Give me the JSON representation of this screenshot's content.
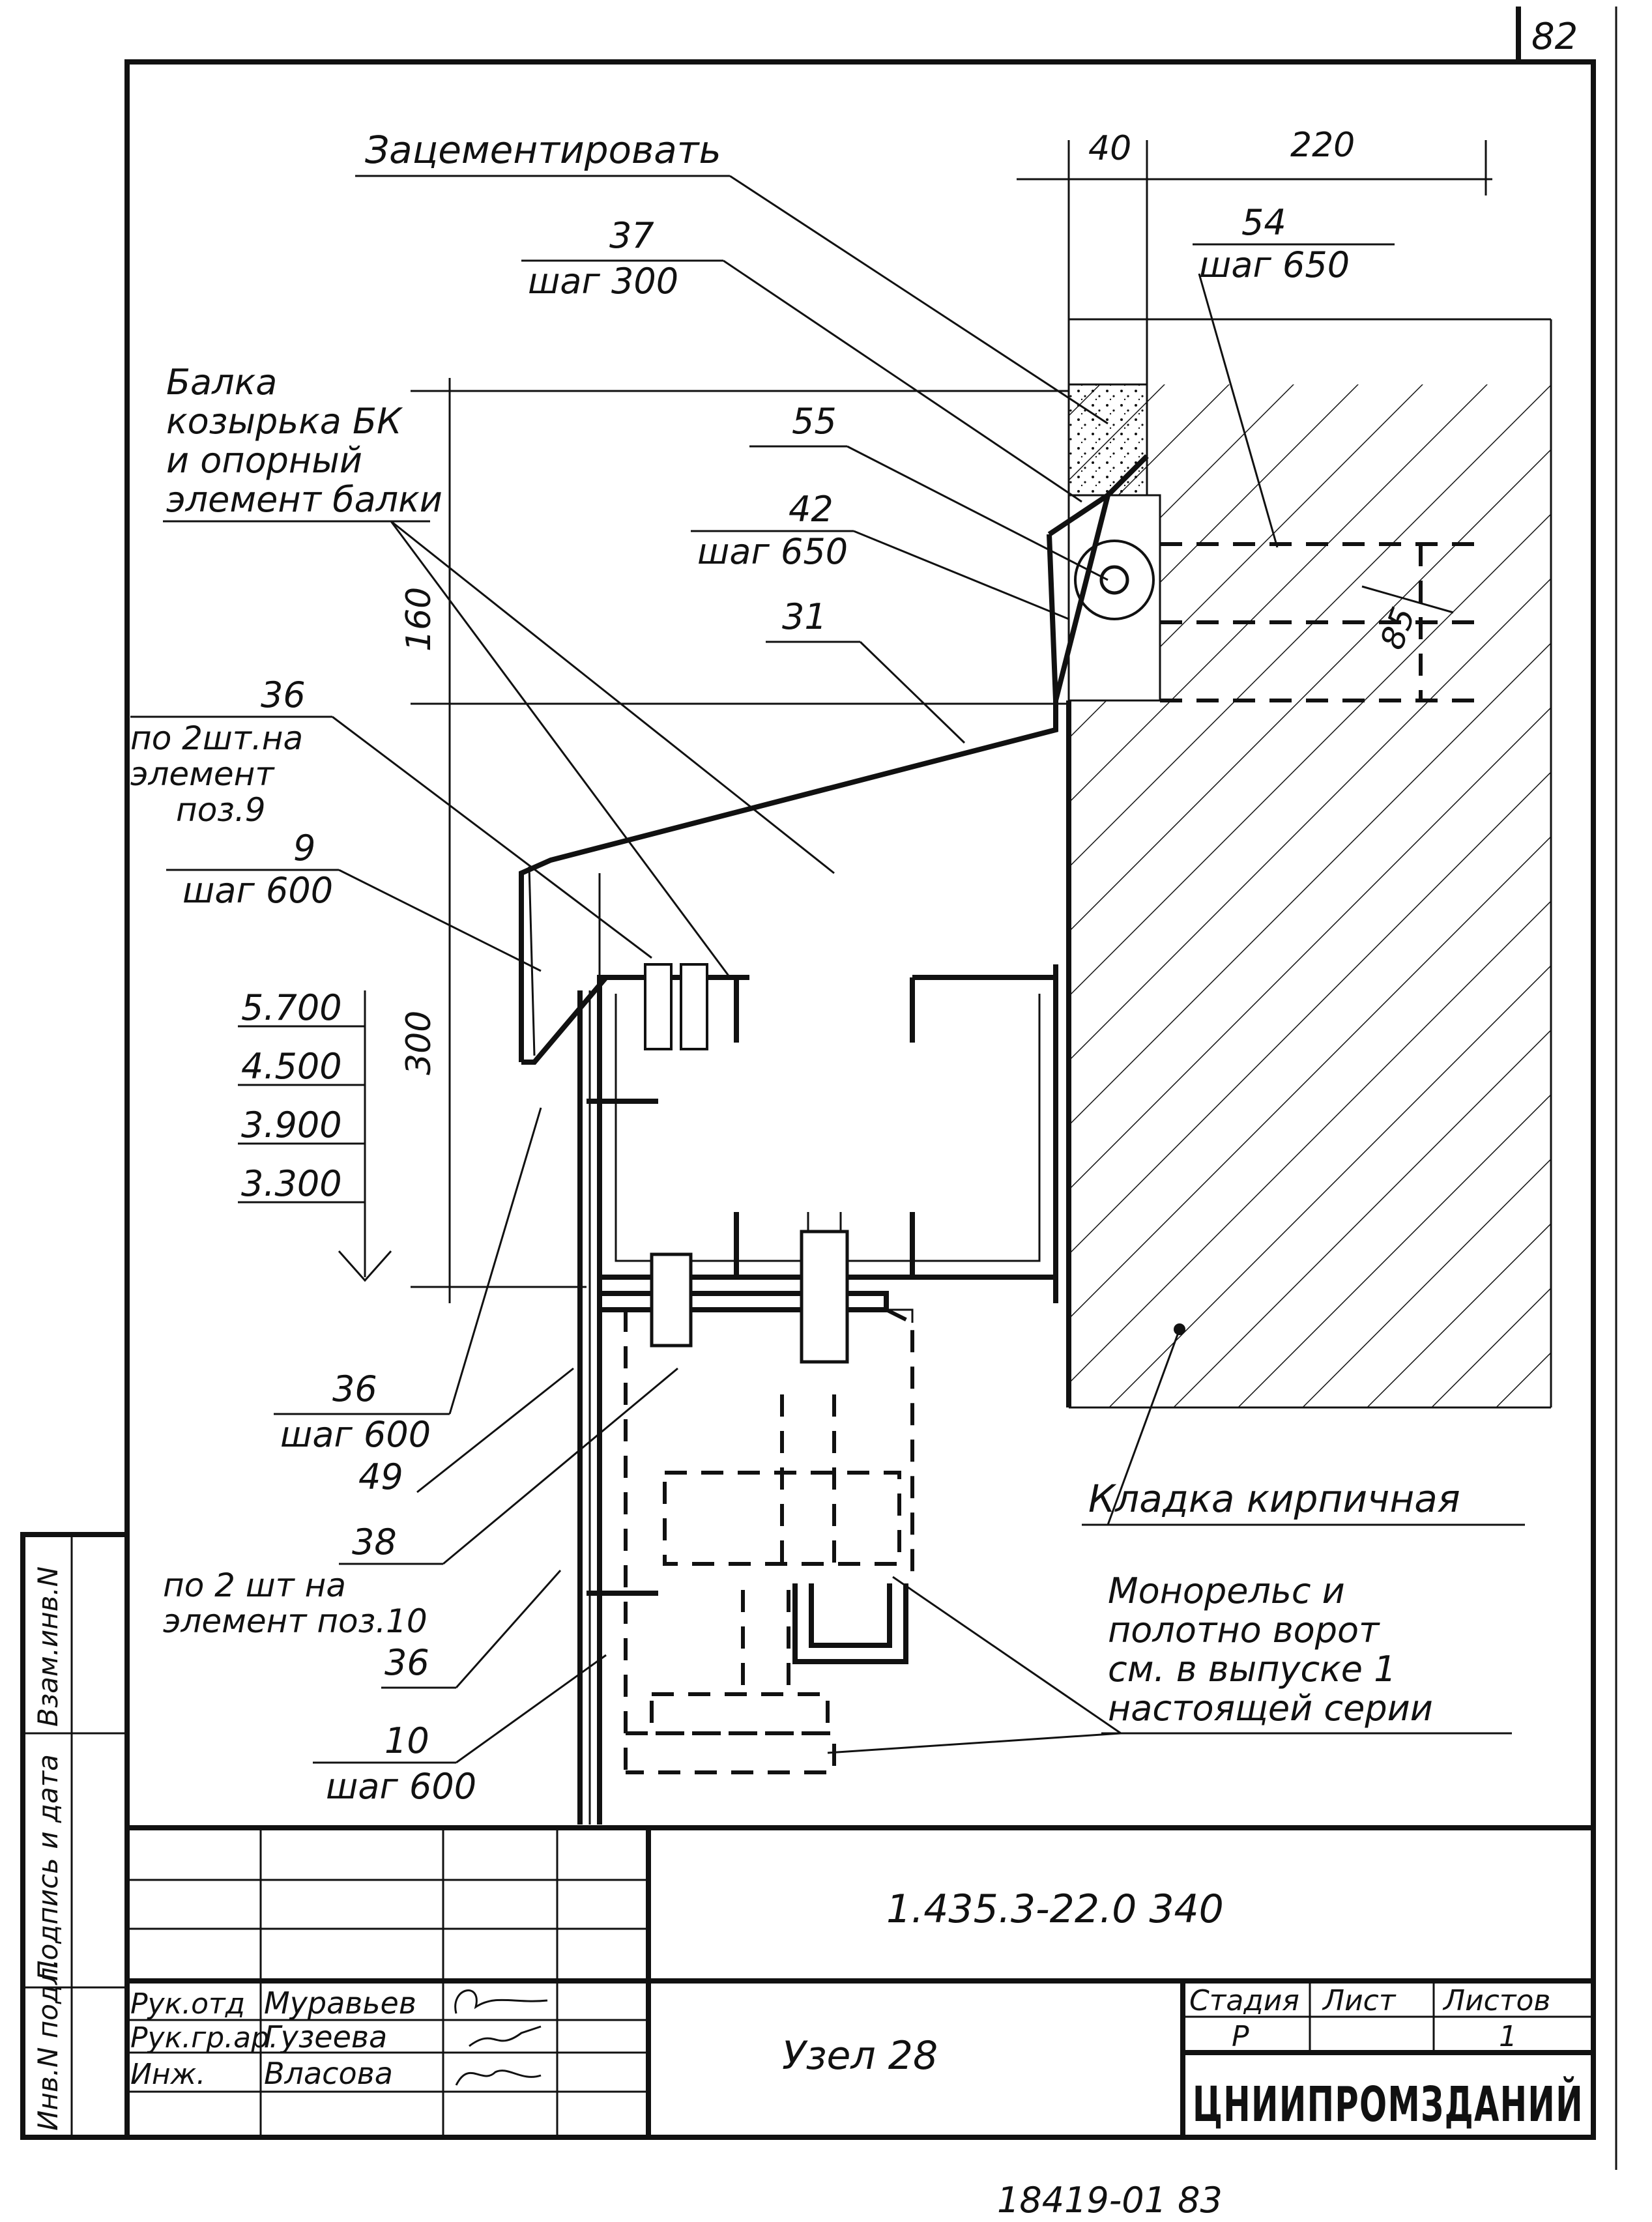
{
  "sheet": {
    "number": "82",
    "bottom_code": "18419-01 83"
  },
  "side_strip": {
    "labels": [
      "Инв.N подл.",
      "Подпись и дата",
      "Взам.инв.N"
    ]
  },
  "drawing": {
    "dimensions": {
      "d40": "40",
      "d220": "220",
      "d160": "160",
      "d300": "300",
      "d85": "85"
    },
    "elevations": [
      "5.700",
      "4.500",
      "3.900",
      "3.300"
    ],
    "callouts": {
      "grout": "Зацементировать",
      "p37": "37",
      "p37_step": "шаг 300",
      "p54": "54",
      "p54_step": "шаг 650",
      "beam_line1": "Балка",
      "beam_line2": "козырька БК",
      "beam_line3": "и опорный",
      "beam_line4": "элемент балки",
      "p55": "55",
      "p42": "42",
      "p42_step": "шаг 650",
      "p31": "31",
      "p36a": "36",
      "p36a_line1": "по 2шт.на",
      "p36a_line2": "элемент",
      "p36a_line3": "поз.9",
      "p9": "9",
      "p9_step": "шаг 600",
      "p36b": "36",
      "p36b_step": "шаг 600",
      "p49": "49",
      "p38": "38",
      "p38_line1": "по 2 шт на",
      "p38_line2": "элемент поз.10",
      "p36c": "36",
      "p10": "10",
      "p10_step": "шаг 600",
      "masonry": "Кладка кирпичная",
      "mono_line1": "Монорельс и",
      "mono_line2": "полотно ворот",
      "mono_line3": "см. в выпуске 1",
      "mono_line4": "настоящей серии"
    }
  },
  "title_block": {
    "doc_code": "1.435.3-22.0 340",
    "title": "Узел 28",
    "roles": [
      {
        "role": "Рук.отд",
        "name": "Муравьев"
      },
      {
        "role": "Рук.гр.ар.",
        "name": "Гузеева"
      },
      {
        "role": "Инж.",
        "name": "Власова"
      }
    ],
    "stage_header": "Стадия",
    "sheet_header": "Лист",
    "sheets_header": "Листов",
    "stage": "Р",
    "sheets": "1",
    "organization": "ЦНИИПРОМЗДАНИЙ"
  }
}
